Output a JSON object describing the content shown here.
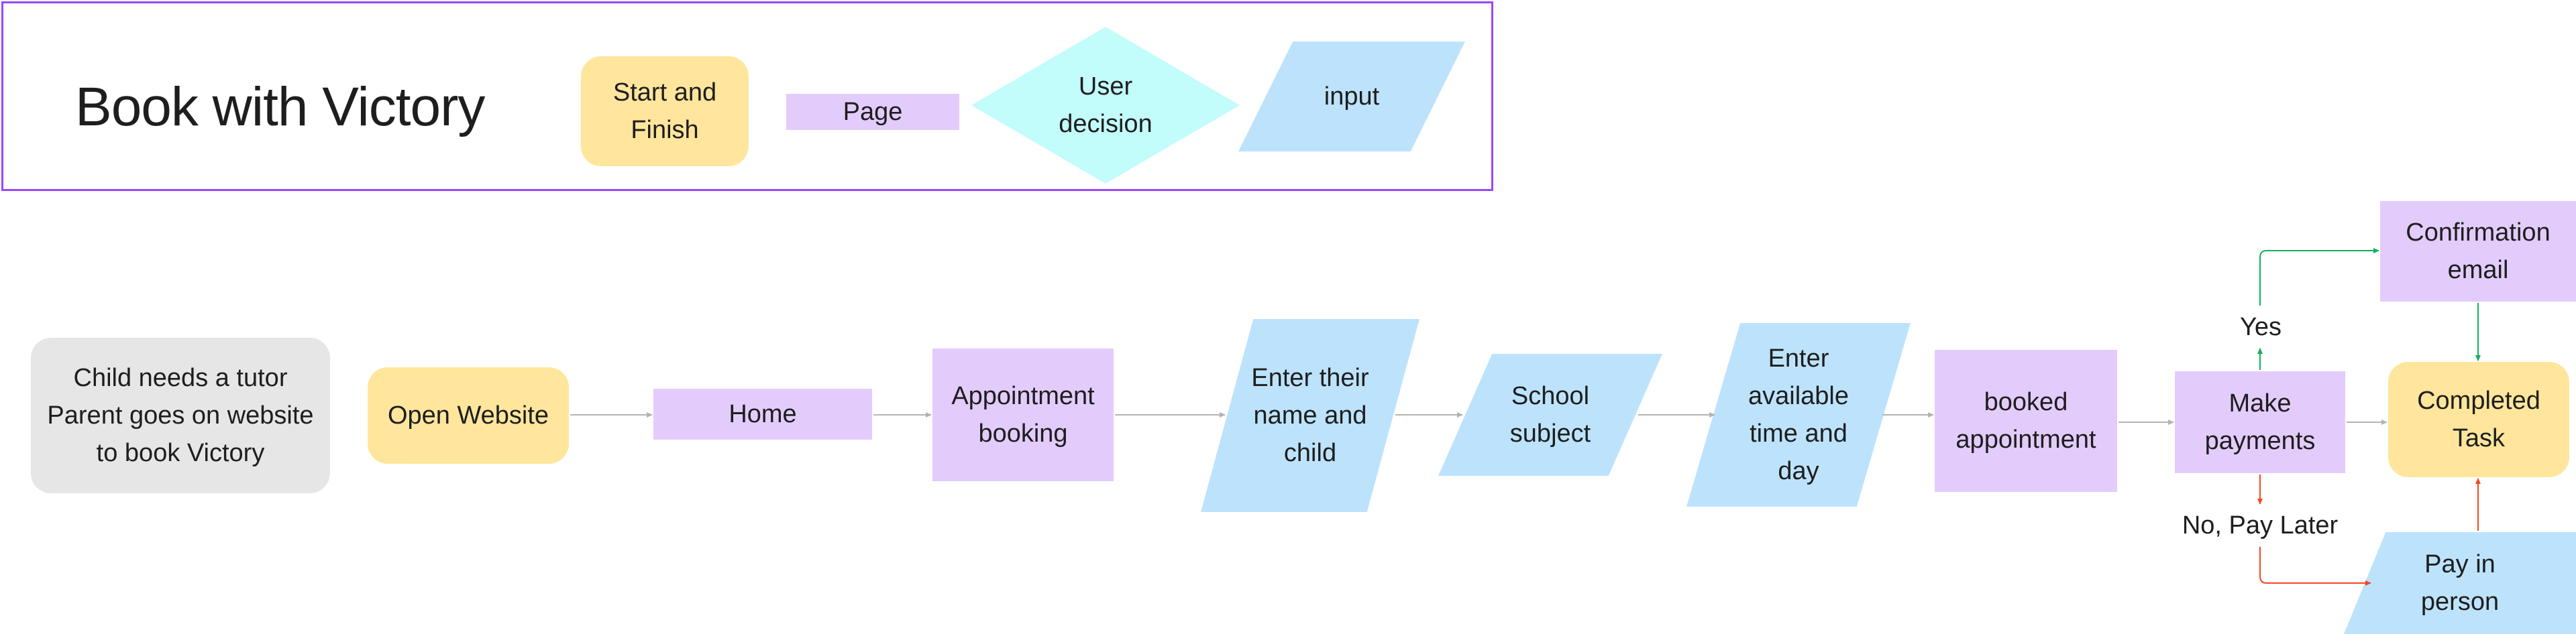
{
  "legend": {
    "title": "Book with Victory",
    "items": {
      "terminal": "Start and\nFinish",
      "page": "Page",
      "decision": "User\ndecision",
      "input": "input"
    }
  },
  "flow": {
    "note": "Child needs a tutor\nParent goes on website\nto book Victory",
    "open_website": "Open Website",
    "home": "Home",
    "appointment_booking": "Appointment\nbooking",
    "enter_name": "Enter their\nname and\nchild",
    "school_subject": "School\nsubject",
    "enter_time": "Enter\navailable\ntime and\nday",
    "booked_appointment": "booked\nappointment",
    "make_payments": "Make\npayments",
    "confirmation_email": "Confirmation\nemail",
    "completed_task": "Completed\nTask",
    "pay_in_person": "Pay in\nperson",
    "yes_label": "Yes",
    "no_label": "No, Pay Later"
  },
  "colors": {
    "terminal": "#FFE69C",
    "page": "#E3CCFC",
    "decision": "#C2FCFB",
    "input": "#BDE3FC",
    "note": "#E6E6E6",
    "frame": "#9747FF",
    "connector": "#B3B3B3",
    "yes_connector": "#14AE5C",
    "no_connector": "#F24822"
  }
}
